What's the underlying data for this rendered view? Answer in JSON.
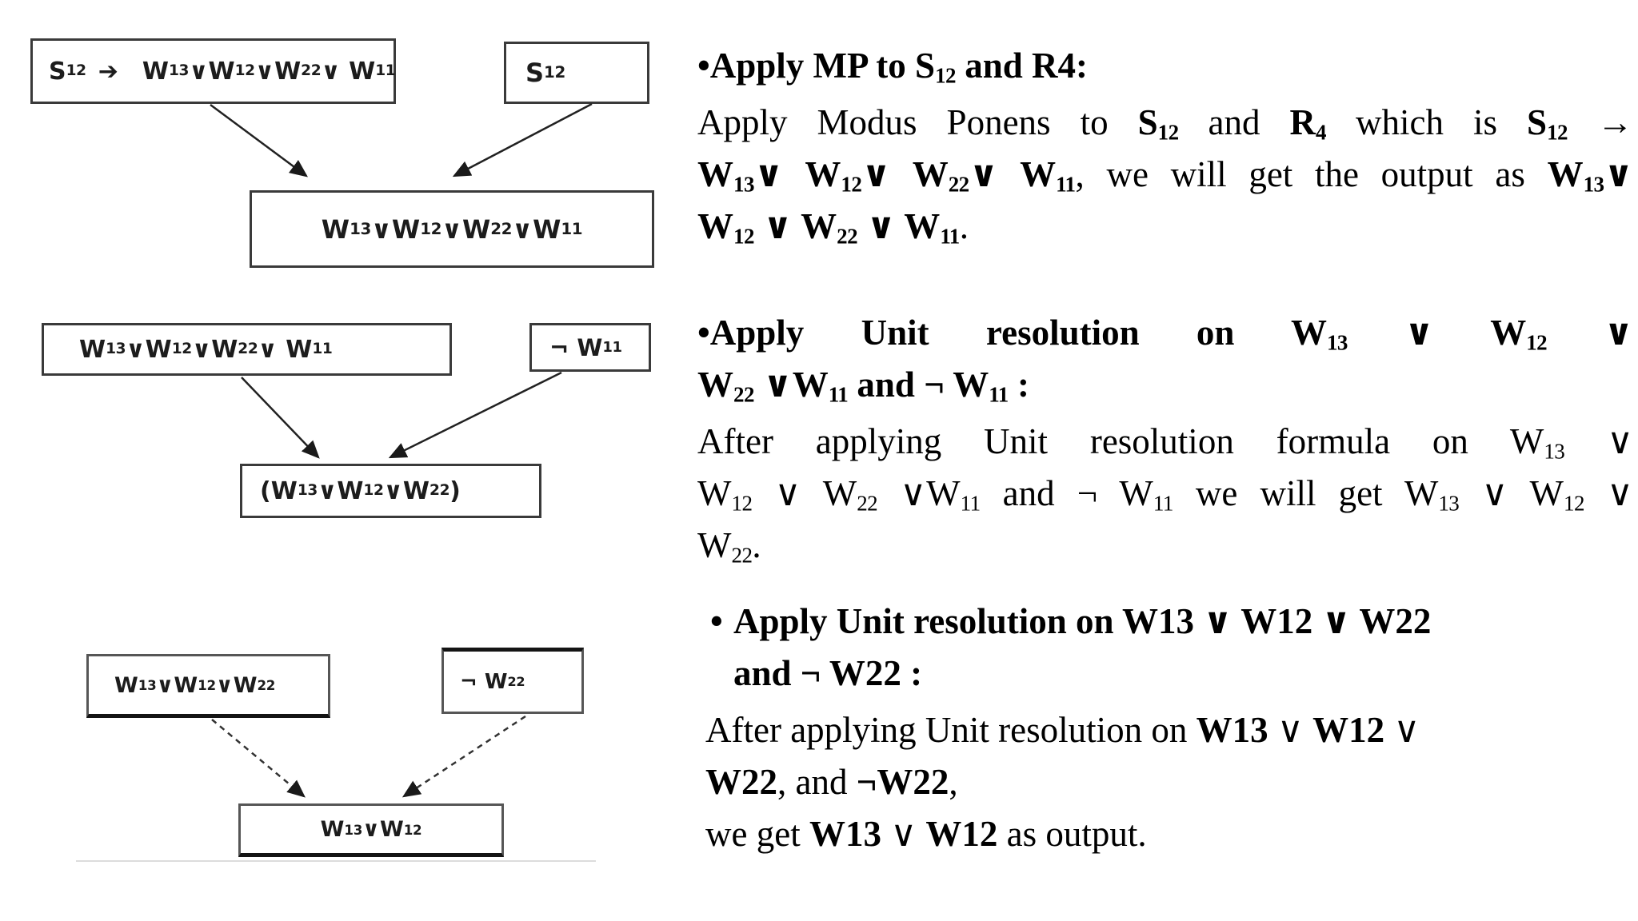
{
  "diagrams": [
    {
      "name": "modus-ponens-step",
      "boxes": {
        "rule": {
          "segments": [
            {
              "t": "S"
            },
            {
              "t": "12",
              "s": 1
            },
            {
              "t": " ➔  W"
            },
            {
              "t": "13",
              "s": 1
            },
            {
              "t": "∨W"
            },
            {
              "t": "12",
              "s": 1
            },
            {
              "t": " ∨W"
            },
            {
              "t": "22",
              "s": 1
            },
            {
              "t": " ∨ W"
            },
            {
              "t": "11",
              "s": 1
            }
          ]
        },
        "fact": {
          "segments": [
            {
              "t": "S"
            },
            {
              "t": "12",
              "s": 1
            }
          ]
        },
        "result": {
          "segments": [
            {
              "t": "W"
            },
            {
              "t": "13",
              "s": 1
            },
            {
              "t": " ∨W"
            },
            {
              "t": "12",
              "s": 1
            },
            {
              "t": " ∨W"
            },
            {
              "t": "22",
              "s": 1
            },
            {
              "t": " ∨W"
            },
            {
              "t": "11",
              "s": 1
            }
          ]
        }
      }
    },
    {
      "name": "unit-resolution-step-1",
      "boxes": {
        "clause": {
          "segments": [
            {
              "t": "W"
            },
            {
              "t": "13",
              "s": 1
            },
            {
              "t": " ∨W"
            },
            {
              "t": "12",
              "s": 1
            },
            {
              "t": " ∨W"
            },
            {
              "t": "22",
              "s": 1
            },
            {
              "t": " ∨ W"
            },
            {
              "t": "11",
              "s": 1
            }
          ]
        },
        "unit": {
          "segments": [
            {
              "t": "¬ W"
            },
            {
              "t": "11",
              "s": 1
            }
          ]
        },
        "result": {
          "segments": [
            {
              "t": "(W"
            },
            {
              "t": "13",
              "s": 1
            },
            {
              "t": " ∨W"
            },
            {
              "t": "12",
              "s": 1
            },
            {
              "t": " ∨W"
            },
            {
              "t": "22",
              "s": 1
            },
            {
              "t": ")"
            }
          ]
        }
      }
    },
    {
      "name": "unit-resolution-step-2",
      "boxes": {
        "clause": {
          "segments": [
            {
              "t": "W"
            },
            {
              "t": "13",
              "s": 1
            },
            {
              "t": " ∨W"
            },
            {
              "t": "12",
              "s": 1
            },
            {
              "t": " ∨W"
            },
            {
              "t": "22",
              "s": 1
            }
          ]
        },
        "unit": {
          "segments": [
            {
              "t": "¬ W"
            },
            {
              "t": "22",
              "s": 1
            }
          ]
        },
        "result": {
          "segments": [
            {
              "t": "W"
            },
            {
              "t": "13",
              "s": 1
            },
            {
              "t": " ∨W"
            },
            {
              "t": "12",
              "s": 1
            }
          ]
        }
      }
    }
  ],
  "text_column": {
    "blocks": [
      {
        "heading_lines": [
          {
            "justify": false,
            "segments": [
              {
                "t": "•Apply MP to S",
                "b": 1
              },
              {
                "t": "12",
                "b": 1,
                "s": 1
              },
              {
                "t": " and R4:",
                "b": 1
              }
            ]
          }
        ],
        "body_lines": [
          {
            "justify": true,
            "segments": [
              {
                "t": "Apply Modus Ponens to "
              },
              {
                "t": "S",
                "b": 1
              },
              {
                "t": "12",
                "b": 1,
                "s": 1
              },
              {
                "t": " and "
              },
              {
                "t": "R",
                "b": 1
              },
              {
                "t": "4",
                "b": 1,
                "s": 1
              },
              {
                "t": " which is "
              },
              {
                "t": "S",
                "b": 1
              },
              {
                "t": "12",
                "b": 1,
                "s": 1
              },
              {
                "t": " →",
                "b": 1
              }
            ]
          },
          {
            "justify": true,
            "segments": [
              {
                "t": "W",
                "b": 1
              },
              {
                "t": "13",
                "b": 1,
                "s": 1
              },
              {
                "t": "∨ W",
                "b": 1
              },
              {
                "t": "12",
                "b": 1,
                "s": 1
              },
              {
                "t": "∨ W",
                "b": 1
              },
              {
                "t": "22",
                "b": 1,
                "s": 1
              },
              {
                "t": "∨ W",
                "b": 1
              },
              {
                "t": "11",
                "b": 1,
                "s": 1
              },
              {
                "t": ", we will get the output as "
              },
              {
                "t": "W",
                "b": 1
              },
              {
                "t": "13",
                "b": 1,
                "s": 1
              },
              {
                "t": "∨",
                "b": 1
              }
            ]
          },
          {
            "justify": false,
            "segments": [
              {
                "t": "W",
                "b": 1
              },
              {
                "t": "12",
                "b": 1,
                "s": 1
              },
              {
                "t": " ∨ W",
                "b": 1
              },
              {
                "t": "22",
                "b": 1,
                "s": 1
              },
              {
                "t": " ∨ W",
                "b": 1
              },
              {
                "t": "11",
                "b": 1,
                "s": 1
              },
              {
                "t": "."
              }
            ]
          }
        ]
      },
      {
        "heading_lines": [
          {
            "justify": true,
            "segments": [
              {
                "t": "•Apply Unit resolution on W",
                "b": 1
              },
              {
                "t": "13",
                "b": 1,
                "s": 1
              },
              {
                "t": " ∨ W",
                "b": 1
              },
              {
                "t": "12",
                "b": 1,
                "s": 1
              },
              {
                "t": " ∨",
                "b": 1
              }
            ]
          },
          {
            "justify": false,
            "segments": [
              {
                "t": "W",
                "b": 1
              },
              {
                "t": "22",
                "b": 1,
                "s": 1
              },
              {
                "t": " ∨W",
                "b": 1
              },
              {
                "t": "11",
                "b": 1,
                "s": 1
              },
              {
                "t": " and ¬ W",
                "b": 1
              },
              {
                "t": "11",
                "b": 1,
                "s": 1
              },
              {
                "t": " :",
                "b": 1
              }
            ]
          }
        ],
        "body_lines": [
          {
            "justify": true,
            "segments": [
              {
                "t": "After applying Unit resolution formula on W"
              },
              {
                "t": "13",
                "s": 1
              },
              {
                "t": " ∨"
              }
            ]
          },
          {
            "justify": true,
            "segments": [
              {
                "t": "W"
              },
              {
                "t": "12",
                "s": 1
              },
              {
                "t": " ∨ W"
              },
              {
                "t": "22",
                "s": 1
              },
              {
                "t": " ∨W"
              },
              {
                "t": "11",
                "s": 1
              },
              {
                "t": " and ¬ W"
              },
              {
                "t": "11",
                "s": 1
              },
              {
                "t": " we will get W"
              },
              {
                "t": "13",
                "s": 1
              },
              {
                "t": " ∨ W"
              },
              {
                "t": "12",
                "s": 1
              },
              {
                "t": " ∨"
              }
            ]
          },
          {
            "justify": false,
            "segments": [
              {
                "t": "W"
              },
              {
                "t": "22",
                "s": 1
              },
              {
                "t": "."
              }
            ]
          }
        ]
      },
      {
        "bullet": "•",
        "heading_lines": [
          {
            "justify": false,
            "segments": [
              {
                "t": "Apply Unit resolution on W13 ∨ W12 ∨ W22",
                "b": 1
              }
            ]
          },
          {
            "justify": false,
            "segments": [
              {
                "t": "and ¬ W22 :",
                "b": 1
              }
            ]
          }
        ],
        "body_lines": [
          {
            "justify": false,
            "segments": [
              {
                "t": "After applying Unit resolution on "
              },
              {
                "t": "W13",
                "b": 1
              },
              {
                "t": " ∨ "
              },
              {
                "t": "W12",
                "b": 1
              },
              {
                "t": " ∨"
              }
            ]
          },
          {
            "justify": false,
            "segments": [
              {
                "t": "W22",
                "b": 1
              },
              {
                "t": ", and "
              },
              {
                "t": "¬W22",
                "b": 1
              },
              {
                "t": ","
              }
            ]
          },
          {
            "justify": false,
            "segments": [
              {
                "t": "we get "
              },
              {
                "t": "W13",
                "b": 1
              },
              {
                "t": " ∨ "
              },
              {
                "t": "W12",
                "b": 1
              },
              {
                "t": " as output."
              }
            ]
          }
        ]
      }
    ]
  }
}
